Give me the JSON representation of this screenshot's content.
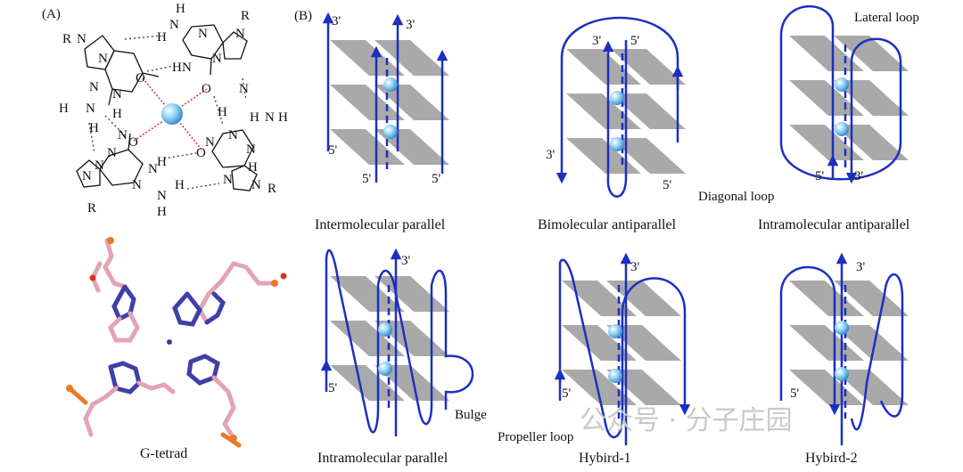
{
  "panelA": {
    "label": "(A)",
    "tetrad_caption": "G-tetrad",
    "atoms": [
      "R",
      "N",
      "H",
      "N",
      "H",
      "R",
      "N",
      "N",
      "N",
      "H",
      "N",
      "N",
      "N",
      "N",
      "O",
      "O",
      "N",
      "H",
      "H",
      "H",
      "H",
      "N",
      "N",
      "N",
      "H",
      "N",
      "H",
      "N",
      "H",
      "N",
      "O",
      "O",
      "N",
      "N",
      "N",
      "N",
      "N",
      "N",
      "R",
      "H",
      "N",
      "H",
      "N",
      "R",
      "H"
    ]
  },
  "panelB": {
    "label": "B",
    "diagrams": [
      {
        "caption": "Intermolecular parallel",
        "labels": [
          "3'",
          "3'",
          "5'",
          "5'",
          "5'"
        ]
      },
      {
        "caption": "Bimolecular antiparallel",
        "labels": [
          "3'",
          "5'",
          "3'",
          "5'",
          "Diagonal loop"
        ]
      },
      {
        "caption": "Intramolecular antiparallel",
        "labels": [
          "Lateral loop",
          "5'",
          "3'"
        ]
      },
      {
        "caption": "Intramolecular parallel",
        "labels": [
          "3'",
          "5'",
          "Bulge",
          "Propeller loop"
        ]
      },
      {
        "caption": "Hybird-1",
        "labels": [
          "3'",
          "5'"
        ]
      },
      {
        "caption": "Hybird-2",
        "labels": [
          "3'",
          "5'"
        ]
      }
    ]
  },
  "watermark": "公众号 · 分子庄园",
  "colors": {
    "strand": "#1c2fc0",
    "tetrad": "#a9a9a9",
    "ion": "#6db8ea",
    "hbond": "#d23b3b"
  }
}
